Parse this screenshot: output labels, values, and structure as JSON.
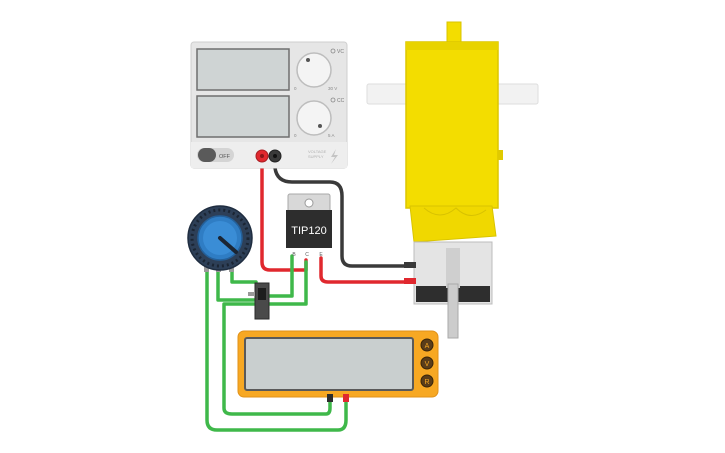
{
  "power_supply": {
    "label_vc": "VC",
    "label_cc": "CC",
    "v_min": "0",
    "v_max": "30 V",
    "a_min": "0",
    "a_max": "5 A",
    "switch_label": "OFF",
    "brand_line1": "VOLTAGE",
    "brand_line2": "SUPPLY"
  },
  "transistor": {
    "label": "TIP120",
    "pins": [
      "B",
      "C",
      "E"
    ]
  },
  "multimeter": {
    "mode_buttons": [
      "A",
      "V",
      "R"
    ]
  },
  "colors": {
    "wire_red": "#e0282e",
    "wire_black": "#3a3a3a",
    "wire_green": "#3fb84a",
    "motor_yellow": "#f3dd00",
    "multimeter_orange": "#f7a823",
    "pot_blue": "#2f7dc4"
  },
  "icons": [
    "lightning-icon",
    "vc-led-icon",
    "cc-led-icon"
  ]
}
